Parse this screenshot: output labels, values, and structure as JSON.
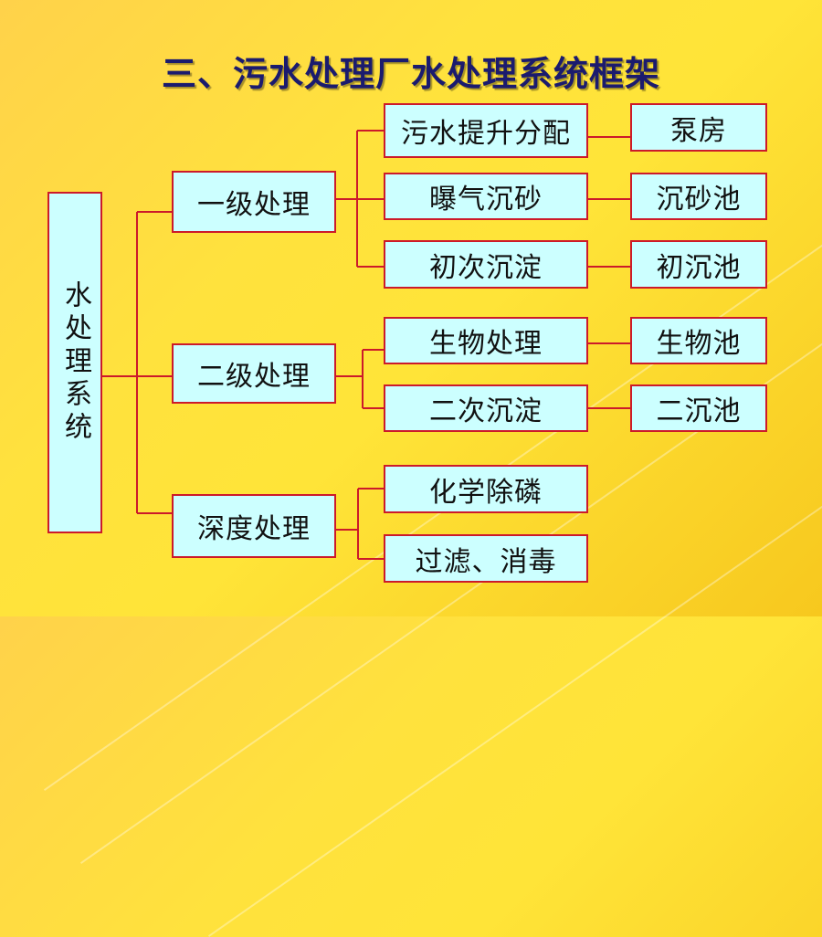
{
  "title": "三、污水处理厂水处理系统框架",
  "colors": {
    "box_fill": "#ccffff",
    "box_border": "#cc1a2a",
    "connector": "#cc1a2a",
    "title_text": "#1b1b6e"
  },
  "root": {
    "label": "水处理系统"
  },
  "stages": [
    {
      "label": "一级处理",
      "processes": [
        {
          "label": "污水提升分配",
          "facility": "泵房"
        },
        {
          "label": "曝气沉砂",
          "facility": "沉砂池"
        },
        {
          "label": "初次沉淀",
          "facility": "初沉池"
        }
      ]
    },
    {
      "label": "二级处理",
      "processes": [
        {
          "label": "生物处理",
          "facility": "生物池"
        },
        {
          "label": "二次沉淀",
          "facility": "二沉池"
        }
      ]
    },
    {
      "label": "深度处理",
      "processes": [
        {
          "label": "化学除磷"
        },
        {
          "label": "过滤、消毒"
        }
      ]
    }
  ]
}
